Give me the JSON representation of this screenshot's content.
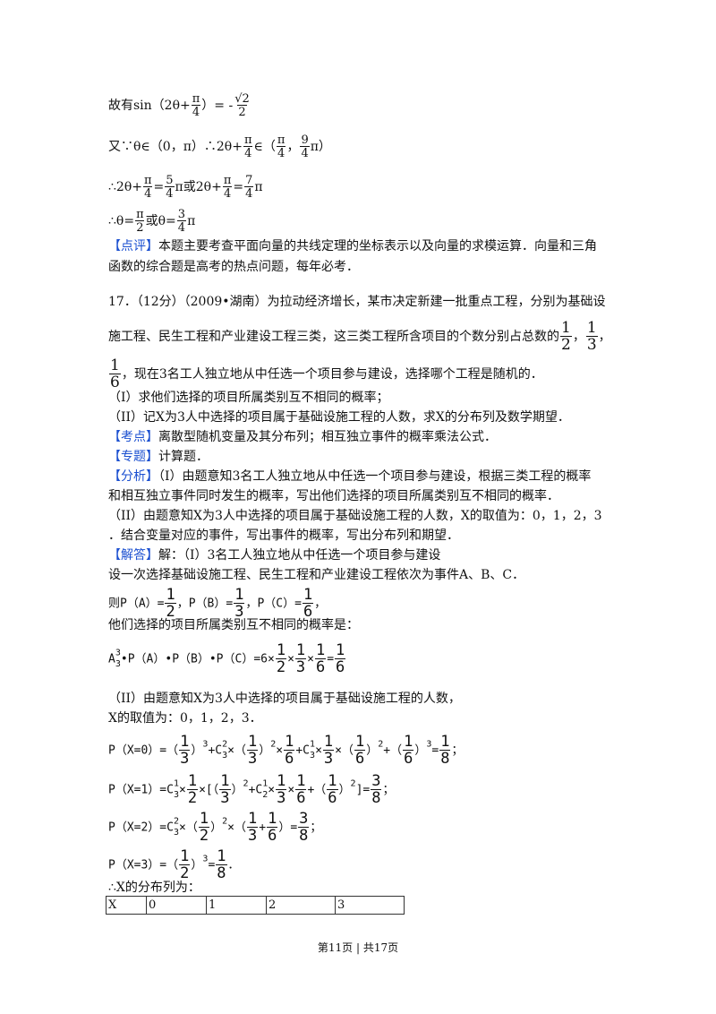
{
  "lines": {
    "l1_pre": "故有sin（2θ+",
    "l1_post": "）= -",
    "l2_pre": "又∵θ∈（0，π）∴2θ+",
    "l2_mid": "∈（",
    "l2_sep": "，",
    "l2_end": "）",
    "l3_a": "∴2θ+",
    "l3_b": "=",
    "l3_c": "π或2θ+",
    "l3_d": "=",
    "l3_e": "π",
    "l4_a": "∴θ=",
    "l4_b": "或θ=",
    "l4_c": "π"
  },
  "frac": {
    "pi": "π",
    "four": "4",
    "two": "2",
    "sqrt2": "√2",
    "nine_pi": "9",
    "five": "5",
    "seven": "7",
    "three": "3",
    "one": "1",
    "six": "6",
    "eight": "8"
  },
  "review": {
    "tag": "【点评】",
    "text1": "本题主要考查平面向量的共线定理的坐标表示以及向量的求模运算．向量和三角",
    "text2": "函数的综合题是高考的热点问题，每年必考．"
  },
  "q17": {
    "line1": "17．（12分）（2009•湖南）为拉动经济增长，某市决定新建一批重点工程，分别为基础设",
    "line2": "施工程、民生工程和产业建设工程三类，这三类工程所含项目的个数分别占总数的",
    "sep": "，",
    "line3": "，现在3名工人独立地从中任选一个项目参与建设，选择哪个工程是随机的．",
    "q1": "（I）求他们选择的项目所属类别互不相同的概率；",
    "q2": "（II）记X为3人中选择的项目属于基础设施工程的人数，求X的分布列及数学期望．",
    "kaodian_tag": "【考点】",
    "kaodian": "离散型随机变量及其分布列；相互独立事件的概率乘法公式．",
    "zhuanti_tag": "【专题】",
    "zhuanti": "计算题．",
    "fenxi_tag": "【分析】",
    "fenxi1": "（I）由题意知3名工人独立地从中任选一个项目参与建设，根据三类工程的概率",
    "fenxi2": "和相互独立事件同时发生的概率，写出他们选择的项目所属类别互不相同的概率．",
    "fenxi3": "（II）由题意知X为3人中选择的项目属于基础设施工程的人数，X的取值为：0，1，2，3",
    "fenxi4": "．结合变量对应的事件，写出事件的概率，写出分布列和期望．",
    "jieda_tag": "【解答】",
    "jieda1": "解：（I）3名工人独立地从中任选一个项目参与建设",
    "jieda2": "设一次选择基础设施工程、民生工程和产业建设工程依次为事件A、B、C．",
    "pa": "则P（A）=",
    "pb": "，P（B）=",
    "pc": "，P（C）=",
    "pend": "，",
    "diff": "他们选择的项目所属类别互不相同的概率是：",
    "a33_a": "A",
    "a33_p": "3",
    "a33_b": "3",
    "a33_rest": "•P（A）•P（B）•P（C）=6×",
    "times": "×",
    "eq": "=",
    "ii1": "（II）由题意知X为3人中选择的项目属于基础设施工程的人数，",
    "ii2": "X的取值为：0，1，2，3．",
    "px0_a": "P（X=0）=（",
    "px0_b": "）",
    "px0_c": "3",
    "px0_d": "+C",
    "px0_e": "2",
    "px0_f": "3",
    "px0_g": "×（",
    "px0_h": "）",
    "px0_i": "2",
    "px0_j": "×",
    "px0_k": "+C",
    "px0_l": "1",
    "px0_m": "3",
    "px0_n": "×",
    "px0_o": "×（",
    "px0_p": "）",
    "px0_q": "2",
    "px0_r": "+（",
    "px0_s": "）",
    "px0_t": "3",
    "px0_u": "=",
    "px0_v": "；",
    "px1_a": "P（X=1）=C",
    "px1_b": "1",
    "px1_c": "3",
    "px1_d": "×",
    "px1_e": "×[（",
    "px1_f": "）",
    "px1_g": "2",
    "px1_h": "+C",
    "px1_i": "1",
    "px1_j": "2",
    "px1_k": "×",
    "px1_l": "×",
    "px1_m": "+（",
    "px1_n": "）",
    "px1_o": "2",
    "px1_p": "]=",
    "px1_q": "；",
    "px2_a": "P（X=2）=C",
    "px2_b": "2",
    "px2_c": "3",
    "px2_d": "×（",
    "px2_e": "）",
    "px2_f": "2",
    "px2_g": "×（",
    "px2_h": "+",
    "px2_i": "）=",
    "px2_j": "；",
    "px3_a": "P（X=3）=（",
    "px3_b": "）",
    "px3_c": "3",
    "px3_d": "=",
    "px3_e": "．",
    "dist_title": "∴X的分布列为：",
    "table": [
      "X",
      "0",
      "1",
      "2",
      "3"
    ]
  },
  "footer": {
    "page": "第11页",
    "sep": "|",
    "total": "共17页"
  }
}
